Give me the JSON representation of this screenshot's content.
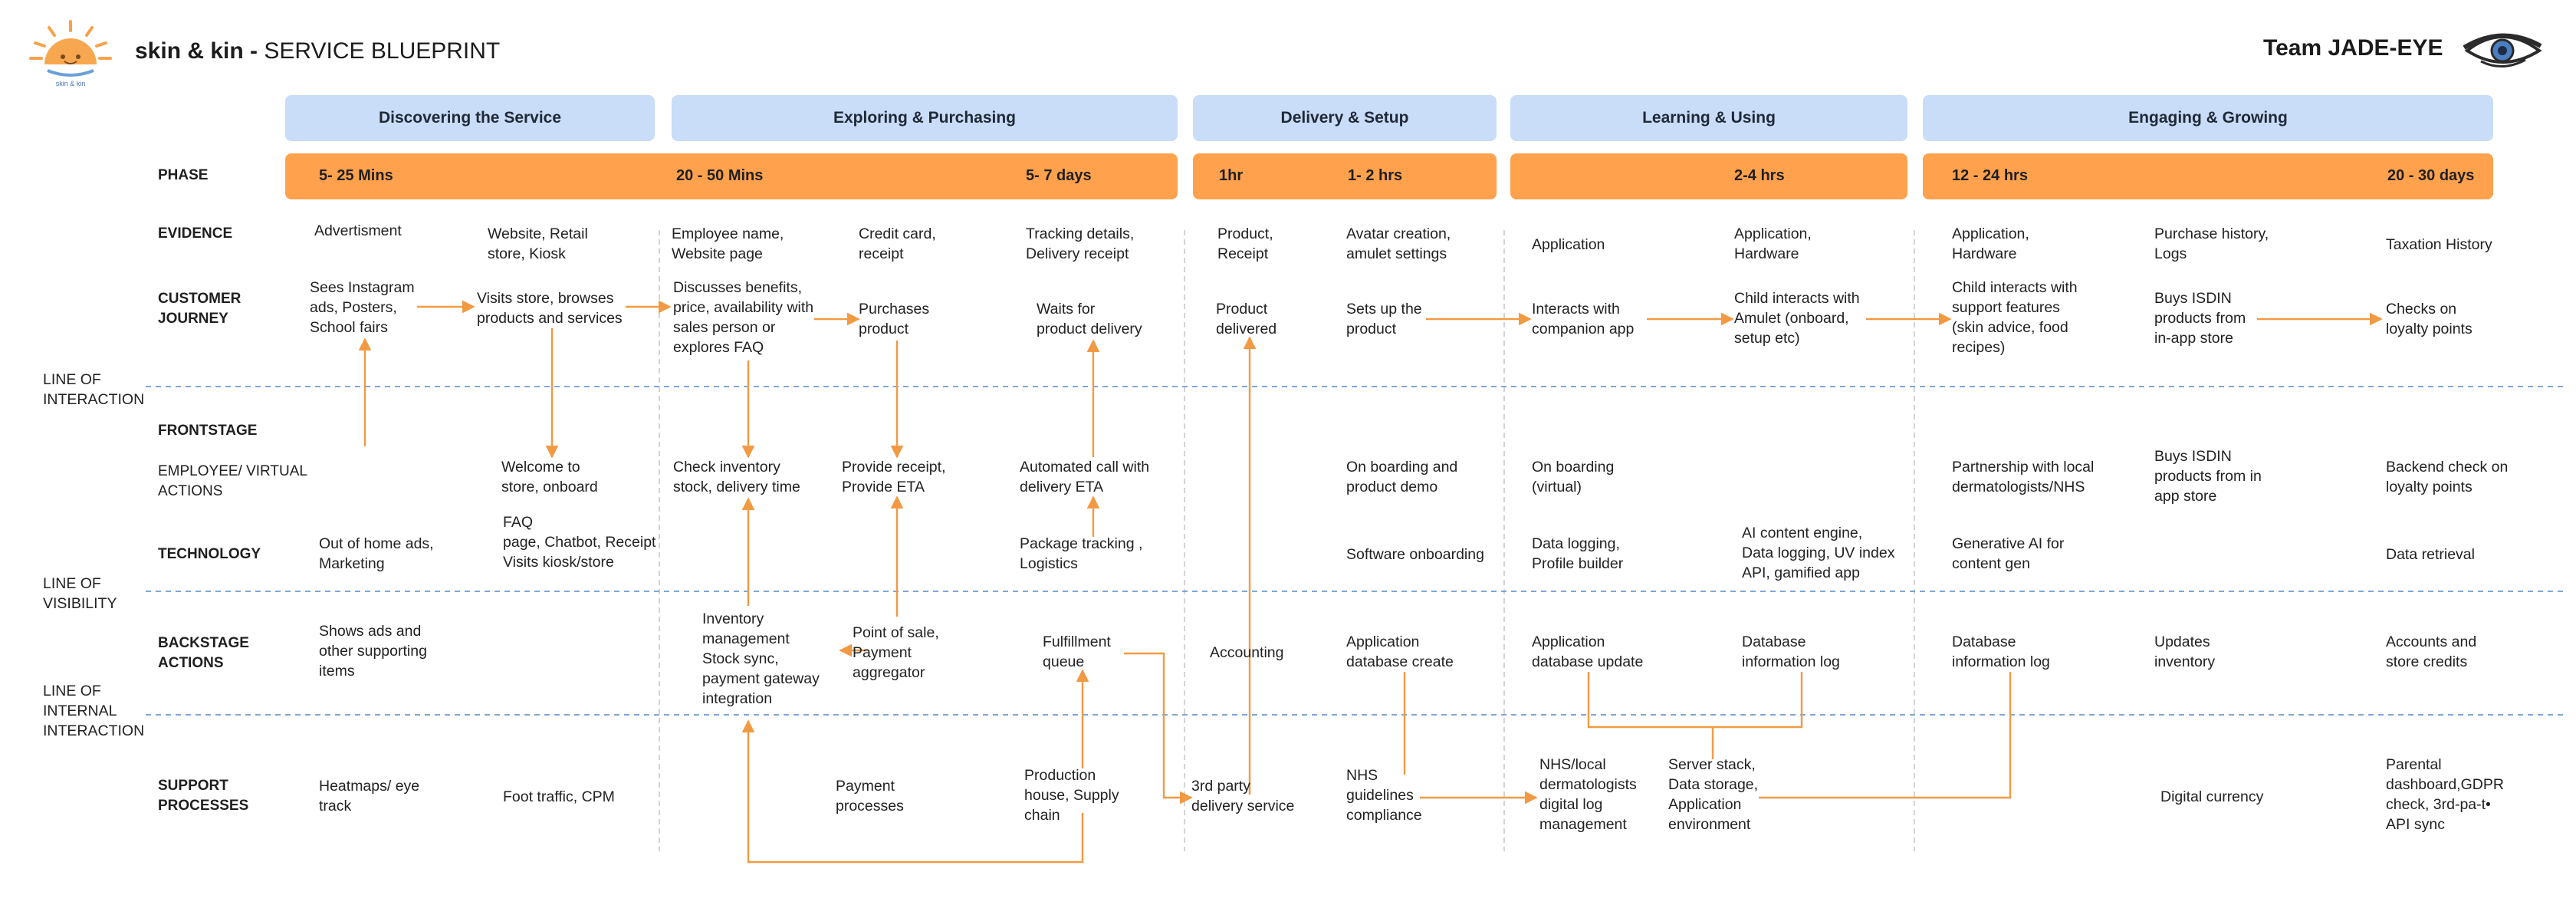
{
  "header": {
    "brand_bold": "skin & kin -",
    "brand_rest": " SERVICE BLUEPRINT",
    "logo_caption": "skin & kin",
    "team_title": "Team JADE-EYE"
  },
  "stages": [
    "Discovering the Service",
    "Exploring & Purchasing",
    "Delivery & Setup",
    "Learning & Using",
    "Engaging & Growing"
  ],
  "phase_label": "PHASE",
  "phases": [
    "5- 25 Mins",
    "20 - 50 Mins",
    "5- 7 days",
    "1hr",
    "1- 2 hrs",
    "2-4 hrs",
    "12 - 24 hrs",
    "20 - 30 days"
  ],
  "row_labels": {
    "evidence": "EVIDENCE",
    "customer_journey_1": "CUSTOMER",
    "customer_journey_2": "JOURNEY",
    "frontstage": "FRONTSTAGE",
    "employee_1": "EMPLOYEE/ VIRTUAL",
    "employee_2": "ACTIONS",
    "technology": "TECHNOLOGY",
    "backstage_1": "BACKSTAGE",
    "backstage_2": "ACTIONS",
    "support_1": "SUPPORT",
    "support_2": "PROCESSES"
  },
  "line_labels": {
    "interaction": "LINE OF\nINTERACTION",
    "visibility": "LINE OF\nVISIBILITY",
    "internal": "LINE OF\nINTERNAL\nINTERACTION"
  },
  "evidence": [
    "Advertisment",
    "Website, Retail\nstore, Kiosk",
    "Employee name,\nWebsite page",
    "Credit card,\nreceipt",
    "Tracking details,\nDelivery receipt",
    "Product,\nReceipt",
    "Avatar creation,\namulet settings",
    "Application",
    "Application,\nHardware",
    "Application,\nHardware",
    "Purchase history,\nLogs",
    "Taxation History"
  ],
  "journey": [
    "Sees Instagram\nads, Posters,\nSchool fairs",
    "Visits store, browses\nproducts and services",
    "Discusses benefits,\nprice, availability with\nsales person or\nexplores FAQ",
    "Purchases\nproduct",
    "Waits for\nproduct delivery",
    "Product\ndelivered",
    "Sets up the\nproduct",
    "Interacts with\ncompanion app",
    "Child interacts with\nAmulet (onboard,\nsetup etc)",
    "Child interacts with\nsupport features\n(skin advice, food\nrecipes)",
    "Buys ISDIN\nproducts from\nin-app store",
    "Checks on\nloyalty points"
  ],
  "employee": [
    "Welcome to\nstore, onboard",
    "Check inventory\nstock, delivery time",
    "Provide receipt,\nProvide ETA",
    "Automated call with\ndelivery ETA",
    "On boarding and\nproduct demo",
    "On boarding\n(virtual)",
    "Partnership with local\ndermatologists/NHS",
    "Buys ISDIN\nproducts from in\napp store",
    "Backend check on\nloyalty points"
  ],
  "technology": [
    "Out of home ads,\nMarketing",
    "FAQ\npage, Chatbot, Receipt\nVisits kiosk/store",
    "Package tracking ,\nLogistics",
    "Software onboarding",
    "Data logging,\nProfile builder",
    "AI content engine,\nData logging, UV index\nAPI, gamified app",
    "Generative AI for\ncontent gen",
    "Data retrieval"
  ],
  "backstage": [
    "Shows ads and\nother supporting\n items",
    "Inventory\nmanagement\nStock sync,\npayment gateway\nintegration",
    "Point of sale,\nPayment\naggregator",
    "Fulfillment\nqueue",
    "Accounting",
    "Application\ndatabase create",
    "Application\ndatabase update",
    "Database\ninformation log",
    "Database\ninformation log",
    "Updates\ninventory",
    "Accounts and\nstore credits"
  ],
  "support": [
    "Heatmaps/ eye\ntrack",
    "Foot traffic, CPM",
    "Payment\nprocesses",
    "Production\nhouse, Supply\nchain",
    "3rd party\ndelivery service",
    "NHS\nguidelines\ncompliance",
    "NHS/local\ndermatologists\ndigital log\nmanagement",
    "Server stack,\nData storage,\nApplication\nenvironment",
    "Digital currency",
    "Parental\ndashboard,GDPR\ncheck, 3rd-pa-t•\nAPI sync"
  ],
  "colors": {
    "stage_fill": "#c9dcf8",
    "phase_fill": "#ffa14d",
    "connector": "#f29a43",
    "line_label": "#3a66a6"
  }
}
